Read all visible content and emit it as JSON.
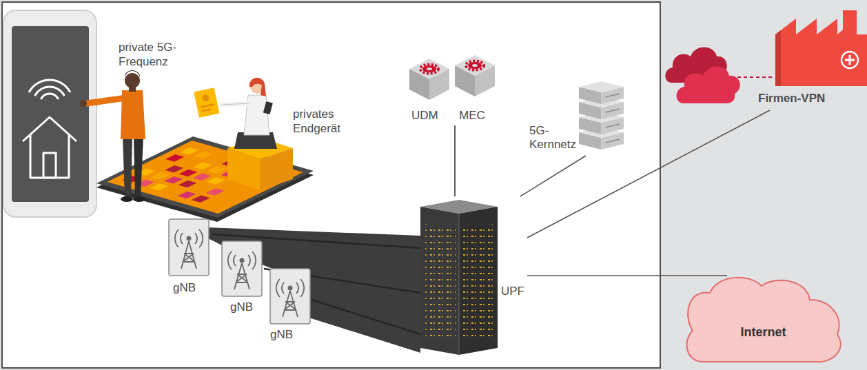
{
  "diagram": {
    "nodes": [
      {
        "text": [
          "UDM"
        ]
      },
      {
        "text": [
          "MEC"
        ]
      },
      {
        "text": [
          "5G- Kernnetz"
        ]
      },
      {
        "text": [
          "UPF"
        ]
      },
      {
        "text": [
          "gNB"
        ]
      },
      {
        "text": [
          "gNB"
        ]
      },
      {
        "text": [
          "gNB"
        ]
      },
      {
        "text": [
          "Firmen-VPN"
        ]
      },
      {
        "text": [
          "Internet"
        ]
      }
    ],
    "edges": [
      {
        "from": 3,
        "to": 0,
        "arrow": "none"
      },
      {
        "from": 3,
        "to": 1,
        "arrow": "none"
      },
      {
        "from": 3,
        "to": 2,
        "arrow": "none"
      },
      {
        "from": 4,
        "to": 3,
        "arrow": "none"
      },
      {
        "from": 5,
        "to": 3,
        "arrow": "none"
      },
      {
        "from": 6,
        "to": 3,
        "arrow": "none"
      },
      {
        "from": 3,
        "to": 7,
        "arrow": "none"
      },
      {
        "from": 3,
        "to": 8,
        "arrow": "none"
      }
    ],
    "labels": [
      "private 5G-Frequenz",
      "privates Endgerät"
    ]
  }
}
